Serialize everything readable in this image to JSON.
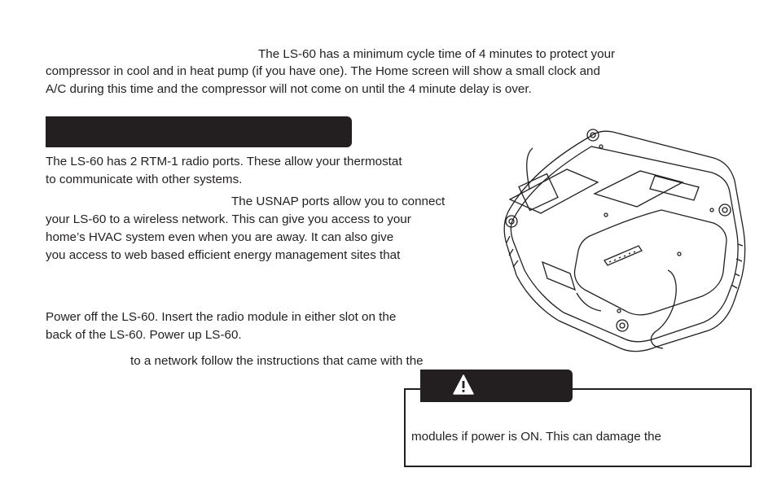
{
  "cycle": {
    "line1": "The LS-60 has a minimum cycle time of 4 minutes to protect your",
    "line2": "compressor in cool and in heat pump (if you have one). The Home screen will show a small clock and",
    "line3": "A/C during this time and the compressor will not come on until the 4 minute delay is over."
  },
  "radio": {
    "p1_line1": "The LS-60 has 2 RTM-1 radio ports. These allow your thermostat",
    "p1_line2": "to communicate with other systems.",
    "p2_line1": "The USNAP ports allow you to connect",
    "p2_line2": "your LS-60 to a wireless network. This can give you access to your",
    "p2_line3": "home’s HVAC system even when you are away.  It can also give",
    "p2_line4": "you access to web based efficient energy management sites that"
  },
  "install": {
    "line1": "Power off the LS-60.  Insert the radio module in either slot on the",
    "line2": "back of the LS-60. Power up LS-60.",
    "line3": "to a network follow the instructions that came with the"
  },
  "caution": {
    "text": "modules if power is ON. This can damage the"
  },
  "colors": {
    "ink": "#231f20",
    "background": "#ffffff"
  },
  "icons": {
    "warning": "warning-triangle-icon",
    "illustration": "thermostat-back-illustration"
  }
}
